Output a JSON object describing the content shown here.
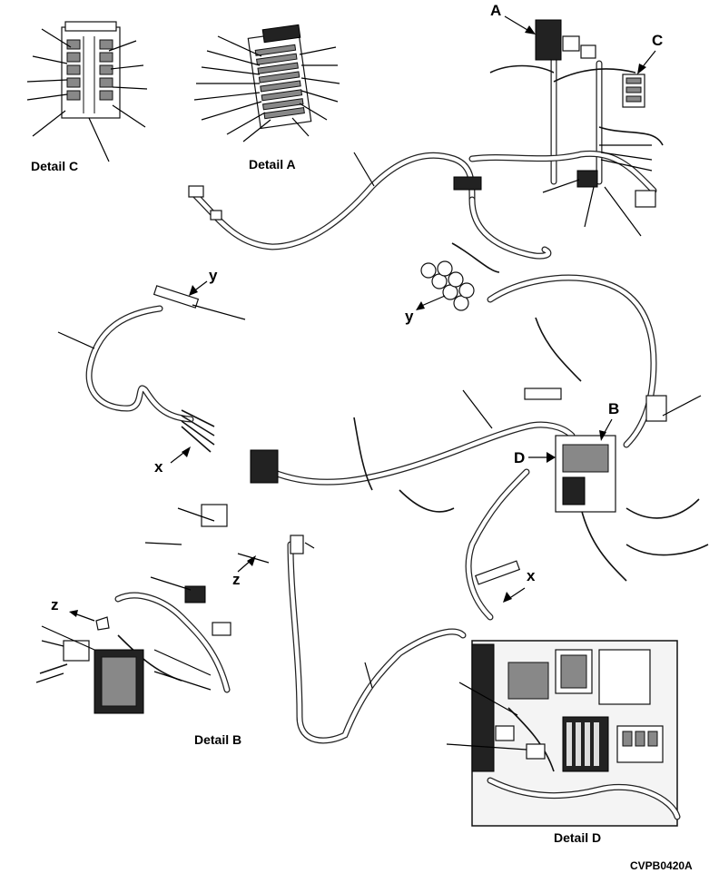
{
  "labels": {
    "detail_a": "Detail A",
    "detail_b": "Detail B",
    "detail_c": "Detail C",
    "detail_d": "Detail D",
    "a": "A",
    "b": "B",
    "c": "C",
    "d": "D",
    "x1": "x",
    "x2": "x",
    "y1": "y",
    "y2": "y",
    "z1": "z",
    "z2": "z",
    "figure_code": "CVPB0420A"
  }
}
